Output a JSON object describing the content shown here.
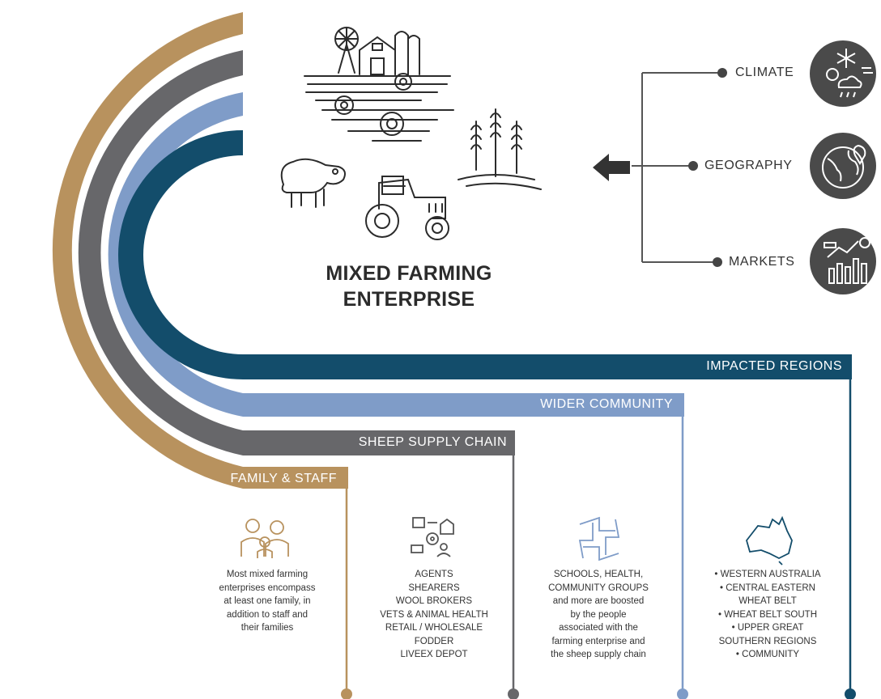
{
  "title": {
    "line1": "MIXED FARMING",
    "line2": "ENTERPRISE"
  },
  "bands": [
    {
      "label": "IMPACTED REGIONS",
      "color": "#134d6b"
    },
    {
      "label": "WIDER COMMUNITY",
      "color": "#7f9cc8"
    },
    {
      "label": "SHEEP SUPPLY CHAIN",
      "color": "#67676a"
    },
    {
      "label": "FAMILY & STAFF",
      "color": "#b8925e"
    }
  ],
  "factors": [
    {
      "label": "CLIMATE",
      "icon": "climate-icon"
    },
    {
      "label": "GEOGRAPHY",
      "icon": "globe-icon"
    },
    {
      "label": "MARKETS",
      "icon": "market-chart-icon"
    }
  ],
  "columns": {
    "family": {
      "icon": "family-icon",
      "lines": [
        "Most mixed farming",
        "enterprises encompass",
        "at least one family, in",
        "addition to staff and",
        "their families"
      ]
    },
    "supply": {
      "icon": "supply-chain-icon",
      "lines": [
        "AGENTS",
        "SHEARERS",
        "WOOL BROKERS",
        "VETS & ANIMAL HEALTH",
        "RETAIL / WHOLESALE",
        "FODDER",
        "LIVEEX DEPOT"
      ]
    },
    "community": {
      "icon": "handshake-icon",
      "lines": [
        "SCHOOLS, HEALTH,",
        "COMMUNITY GROUPS",
        "and more are boosted",
        "by the people",
        "associated with the",
        "farming enterprise and",
        "the sheep supply chain"
      ]
    },
    "regions": {
      "icon": "australia-map-icon",
      "lines": [
        "• WESTERN AUSTRALIA",
        "• CENTRAL EASTERN",
        "WHEAT BELT",
        "• WHEAT BELT SOUTH",
        "• UPPER GREAT",
        "SOUTHERN REGIONS",
        "• COMMUNITY"
      ]
    }
  }
}
